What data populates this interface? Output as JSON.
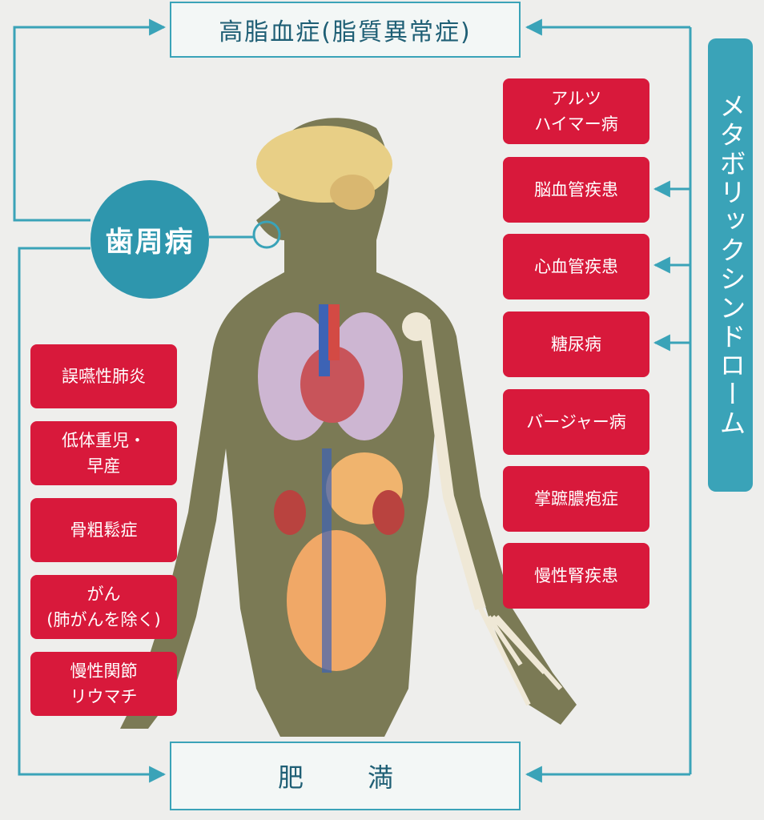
{
  "top_label": "高脂血症(脂質異常症)",
  "bottom_label": "肥　満",
  "center_label": "歯周病",
  "metabolic_label": "メタボリックシンドローム",
  "right_conditions": [
    "アルツ\nハイマー病",
    "脳血管疾患",
    "心血管疾患",
    "糖尿病",
    "バージャー病",
    "掌蹠膿疱症",
    "慢性腎疾患"
  ],
  "left_conditions": [
    "誤嚥性肺炎",
    "低体重児・\n早産",
    "骨粗鬆症",
    "がん\n(肺がんを除く)",
    "慢性関節\nリウマチ"
  ],
  "colors": {
    "accent_teal": "#3aa3b8",
    "condition_red": "#d8193b",
    "body_olive": "#7b7a55"
  }
}
